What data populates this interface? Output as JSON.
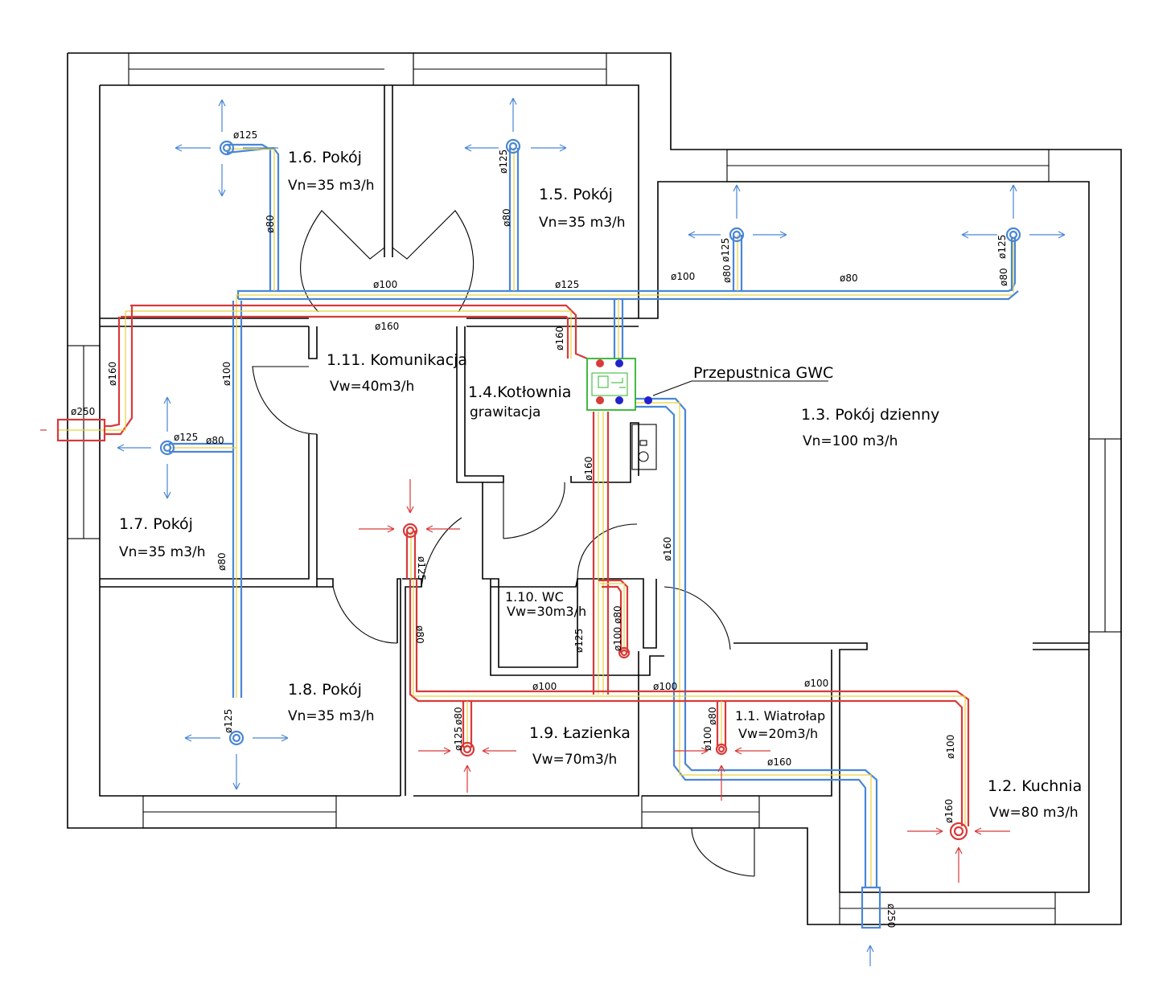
{
  "rooms": {
    "r16": {
      "name": "1.6. Pokój",
      "flow": "Vn=35 m3/h"
    },
    "r15": {
      "name": "1.5. Pokój",
      "flow": "Vn=35 m3/h"
    },
    "r111": {
      "name": "1.11. Komunikacja",
      "flow": "Vw=40m3/h"
    },
    "r14": {
      "name": "1.4.Kotłownia",
      "sub": "grawitacja"
    },
    "r13": {
      "name": "1.3. Pokój dzienny",
      "flow": "Vn=100 m3/h"
    },
    "r17": {
      "name": "1.7. Pokój",
      "flow": "Vn=35 m3/h"
    },
    "r110": {
      "name": "1.10. WC",
      "flow": "Vw=30m3/h"
    },
    "r18": {
      "name": "1.8. Pokój",
      "flow": "Vn=35 m3/h"
    },
    "r19": {
      "name": "1.9. Łazienka",
      "flow": "Vw=70m3/h"
    },
    "r11": {
      "name": "1.1. Wiatrołap",
      "flow": "Vw=20m3/h"
    },
    "r12": {
      "name": "1.2. Kuchnia",
      "flow": "Vw=80 m3/h"
    }
  },
  "damper_label": "Przepustnica GWC",
  "diameters": {
    "d125_r16": "ø125",
    "d80_r16": "ø80",
    "d125_r15": "ø125",
    "d80_r15": "ø80",
    "d100_top": "ø100",
    "d125_top": "ø125",
    "d100_r13": "ø100",
    "d125_r13a": "ø125",
    "d80_r13a": "ø80",
    "d80_r13run": "ø80",
    "d125_r13b": "ø125",
    "d80_r13b": "ø80",
    "d160_top": "ø160",
    "d160_left": "ø160",
    "d160_box": "ø160",
    "d250_left": "ø250",
    "d100_left": "ø100",
    "d125_r17": "ø125",
    "d80_r17": "ø80",
    "d80_left_low": "ø80",
    "d160_vert": "ø160",
    "d160_right_vert": "ø160",
    "d125_corr": "ø125",
    "d80_corr": "ø80",
    "d80_wc": "ø80",
    "d100_wc": "ø100",
    "d125_wc": "ø125",
    "d100_bot_a": "ø100",
    "d100_bot_b": "ø100",
    "d100_bot_c": "ø100",
    "d80_r19": "ø80",
    "d125_r19": "ø125",
    "d80_r11": "ø80",
    "d100_r11": "ø100",
    "d160_bottom": "ø160",
    "d100_r12": "ø100",
    "d160_r12": "ø160",
    "d125_r18": "ø125",
    "d250_bottom": "ø250"
  },
  "colors": {
    "supply": "#4a86d6",
    "extract": "#d83a3a",
    "core": "#e8d23a",
    "unit": "#2bb52b"
  }
}
